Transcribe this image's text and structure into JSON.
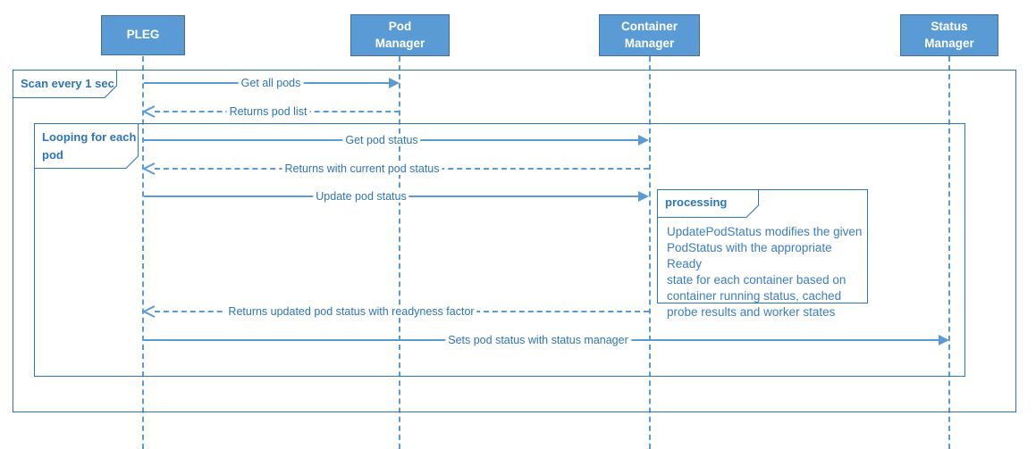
{
  "actors": [
    {
      "label": "PLEG"
    },
    {
      "label": "Pod\nManager"
    },
    {
      "label": "Container\nManager"
    },
    {
      "label": "Status\nManager"
    }
  ],
  "frames": {
    "outer": {
      "label": "Scan every 1 sec"
    },
    "inner": {
      "label": "Looping for each\npod"
    }
  },
  "messages": [
    {
      "label": "Get all pods",
      "type": "solid",
      "from": "PLEG",
      "to": "Pod Manager"
    },
    {
      "label": "Returns pod list",
      "type": "dashed-return",
      "from": "Pod Manager",
      "to": "PLEG"
    },
    {
      "label": "Get pod status",
      "type": "solid",
      "from": "PLEG",
      "to": "Container Manager"
    },
    {
      "label": "Returns with current pod status",
      "type": "dashed-return",
      "from": "Container Manager",
      "to": "PLEG"
    },
    {
      "label": "Update pod status",
      "type": "solid",
      "from": "PLEG",
      "to": "Container Manager"
    },
    {
      "label": "Returns updated pod status with readyness factor",
      "type": "dashed-return",
      "from": "Container Manager",
      "to": "PLEG"
    },
    {
      "label": "Sets pod status with status manager",
      "type": "solid",
      "from": "PLEG",
      "to": "Status Manager"
    }
  ],
  "note": {
    "label": "processing",
    "body": "UpdatePodStatus modifies the given\nPodStatus with the appropriate Ready\nstate for each container based on\ncontainer running status, cached\nprobe results and worker states"
  },
  "colors": {
    "actor_fill": "#5b9bd5",
    "actor_border": "#41719c",
    "actor_text": "#ffffff",
    "line": "#5b9bd5",
    "frame_border": "#2e75b6",
    "label_text": "#2e75b6",
    "note_body_text": "#3c7dc1"
  }
}
